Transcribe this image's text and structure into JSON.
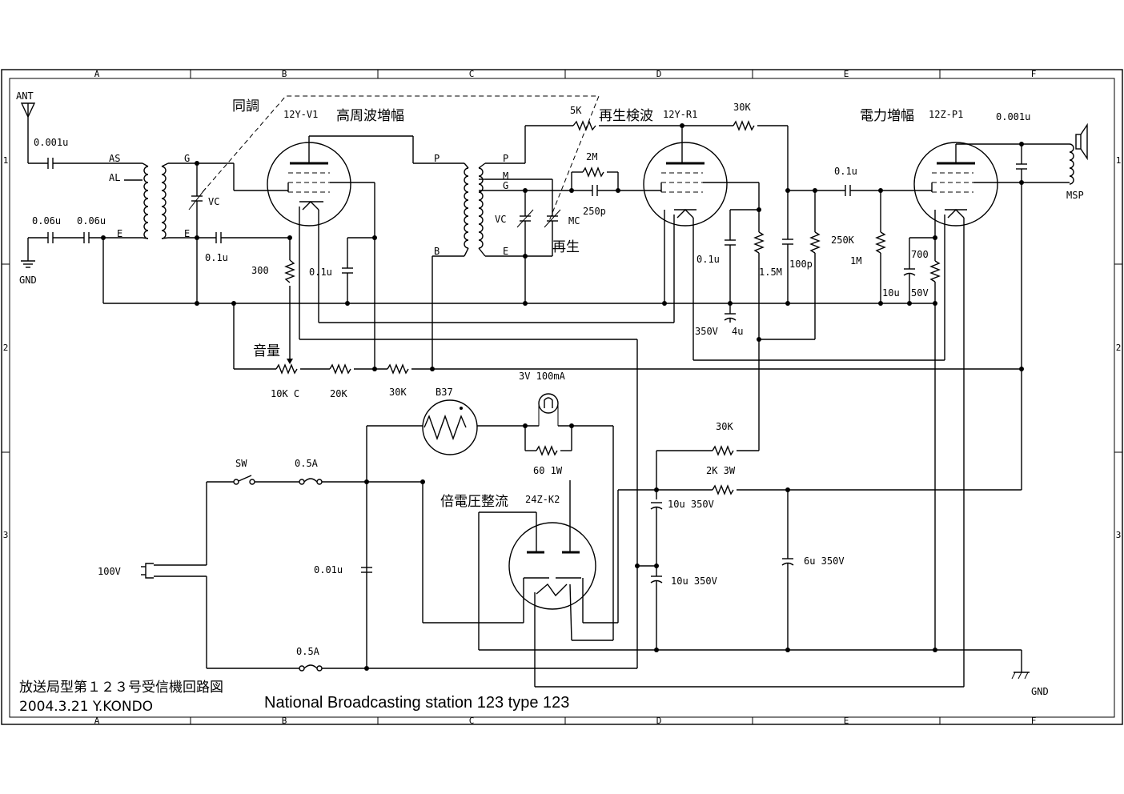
{
  "title": {
    "japanese": "放送局型第１２３号受信機回路図",
    "date_author": "2004.3.21 Y.KONDO",
    "english": "National Broadcasting station 123 type 123"
  },
  "grid": {
    "columns": [
      "A",
      "B",
      "C",
      "D",
      "E",
      "F"
    ],
    "rows": [
      "1",
      "2",
      "3"
    ]
  },
  "sections": {
    "tuning": "同調",
    "rf_amp": "高周波増幅",
    "regen_detector": "再生検波",
    "power_amp": "電力増幅",
    "regeneration": "再生",
    "volume": "音量",
    "rectifier": "倍電圧整流"
  },
  "tubes": {
    "v1": "12Y-V1",
    "r1": "12Y-R1",
    "p1": "12Z-P1",
    "k2": "24Z-K2",
    "ballast": "B37"
  },
  "labels": {
    "ant": "ANT",
    "gnd_left": "GND",
    "gnd_right": "GND",
    "as": "AS",
    "al": "AL",
    "g1": "G",
    "e1": "E",
    "e_left": "E",
    "vc1": "VC",
    "p_in": "P",
    "b_in": "B",
    "p_out": "P",
    "m_out": "M",
    "g_out": "G",
    "e_out": "E",
    "vc2": "VC",
    "mc": "MC",
    "msp": "MSP",
    "c_ant": "0.001u",
    "c_006a": "0.06u",
    "c_006b": "0.06u",
    "c_01a": "0.1u",
    "r_300": "300",
    "c_01b": "0.1u",
    "r_5k": "5K",
    "r_2m": "2M",
    "c_250p": "250p",
    "r_30k_top": "30K",
    "c_01c": "0.1u",
    "r_15m": "1.5M",
    "c_100p": "100p",
    "c_350v4u_v": "350V",
    "c_350v4u_c": "4u",
    "c_01d": "0.1u",
    "r_250k": "250K",
    "r_1m": "1M",
    "r_700": "700",
    "c_10u": "10u",
    "c_50v": "50V",
    "c_0001": "0.001u",
    "r_10kc": "10K C",
    "r_20k": "20K",
    "r_30k_mid": "30K",
    "lamp": "3V 100mA",
    "r_60": "60 1W",
    "r_30k_low": "30K",
    "r_2k3w": "2K 3W",
    "sw": "SW",
    "fuse1": "0.5A",
    "fuse2": "0.5A",
    "ac": "100V",
    "c_001": "0.01u",
    "c_10u350_a": "10u 350V",
    "c_10u350_b": "10u 350V",
    "c_6u350": "6u 350V"
  }
}
